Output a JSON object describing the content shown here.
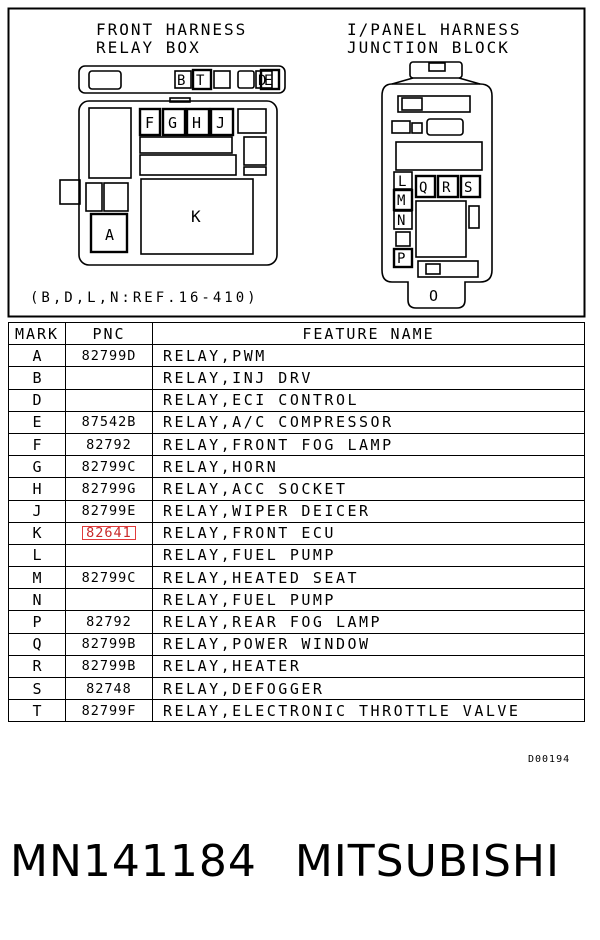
{
  "diagram": {
    "left_title_1": "FRONT HARNESS",
    "left_title_2": "RELAY BOX",
    "right_title_1": "I/PANEL HARNESS",
    "right_title_2": "JUNCTION BLOCK",
    "reference_note": "(B,D,L,N:REF.16-410)",
    "relay_box_marks": {
      "A": "A",
      "B": "B",
      "T": "T",
      "D": "D",
      "E": "E",
      "F": "F",
      "G": "G",
      "H": "H",
      "J": "J",
      "K": "K"
    },
    "junction_block_marks": {
      "L": "L",
      "M": "M",
      "N": "N",
      "P": "P",
      "Q": "Q",
      "R": "R",
      "S": "S",
      "O": "O"
    }
  },
  "table": {
    "headers": {
      "mark": "MARK",
      "pnc": "PNC",
      "feature": "FEATURE NAME"
    },
    "rows": [
      {
        "mark": "A",
        "pnc": "82799D",
        "feature": "RELAY,PWM"
      },
      {
        "mark": "B",
        "pnc": "",
        "feature": "RELAY,INJ DRV"
      },
      {
        "mark": "D",
        "pnc": "",
        "feature": "RELAY,ECI CONTROL"
      },
      {
        "mark": "E",
        "pnc": "87542B",
        "feature": "RELAY,A/C COMPRESSOR"
      },
      {
        "mark": "F",
        "pnc": "82792",
        "feature": "RELAY,FRONT FOG LAMP"
      },
      {
        "mark": "G",
        "pnc": "82799C",
        "feature": "RELAY,HORN"
      },
      {
        "mark": "H",
        "pnc": "82799G",
        "feature": "RELAY,ACC SOCKET"
      },
      {
        "mark": "J",
        "pnc": "82799E",
        "feature": "RELAY,WIPER DEICER"
      },
      {
        "mark": "K",
        "pnc": "82641",
        "feature": "RELAY,FRONT ECU",
        "highlight": true
      },
      {
        "mark": "L",
        "pnc": "",
        "feature": "RELAY,FUEL PUMP"
      },
      {
        "mark": "M",
        "pnc": "82799C",
        "feature": "RELAY,HEATED SEAT"
      },
      {
        "mark": "N",
        "pnc": "",
        "feature": "RELAY,FUEL PUMP"
      },
      {
        "mark": "P",
        "pnc": "82792",
        "feature": "RELAY,REAR FOG LAMP"
      },
      {
        "mark": "Q",
        "pnc": "82799B",
        "feature": "RELAY,POWER WINDOW"
      },
      {
        "mark": "R",
        "pnc": "82799B",
        "feature": "RELAY,HEATER"
      },
      {
        "mark": "S",
        "pnc": "82748",
        "feature": "RELAY,DEFOGGER"
      },
      {
        "mark": "T",
        "pnc": "82799F",
        "feature": "RELAY,ELECTRONIC THROTTLE VALVE"
      }
    ]
  },
  "figure_code": "D00194",
  "footer": {
    "part_number": "MN141184",
    "brand": "MITSUBISHI"
  },
  "colors": {
    "highlight": "#e23b3b"
  }
}
